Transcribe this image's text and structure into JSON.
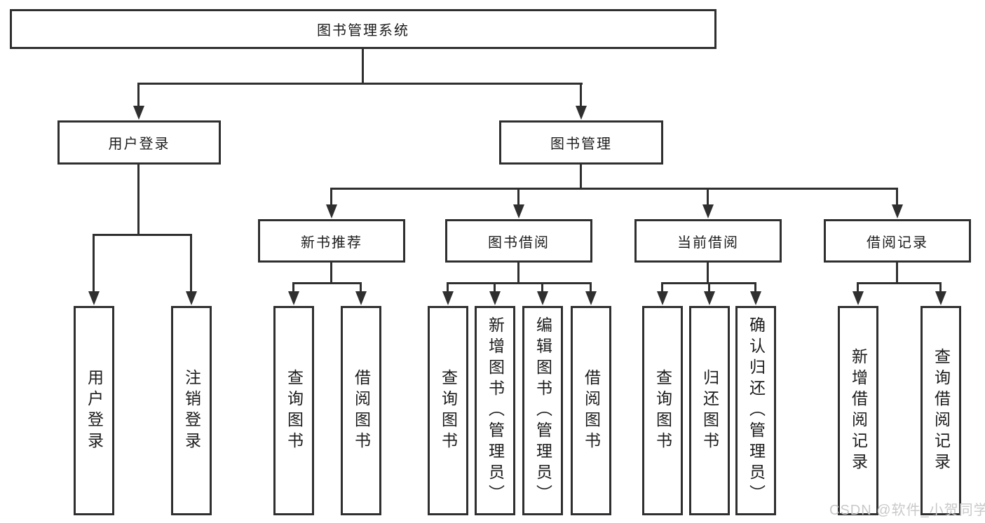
{
  "colors": {
    "line": "#2f2f2f",
    "background": "#ffffff",
    "text": "#1c1c1c",
    "watermark": "#c9c9c9"
  },
  "watermark": "CSDN @软件_小贺同学",
  "tree": {
    "root": {
      "label": "图书管理系统"
    },
    "branches": [
      {
        "label": "用户登录",
        "children_labels": [
          "用户登录",
          "注销登录"
        ]
      },
      {
        "label": "图书管理",
        "groups": [
          {
            "label": "新书推荐",
            "children": [
              "查询图书",
              "借阅图书"
            ]
          },
          {
            "label": "图书借阅",
            "children": [
              "查询图书",
              "新增图书（管理员）",
              "编辑图书（管理员）",
              "借阅图书"
            ]
          },
          {
            "label": "当前借阅",
            "children": [
              "查询图书",
              "归还图书",
              "确认归还（管理员）"
            ]
          },
          {
            "label": "借阅记录",
            "children": [
              "新增借阅记录",
              "查询借阅记录"
            ]
          }
        ]
      }
    ]
  }
}
